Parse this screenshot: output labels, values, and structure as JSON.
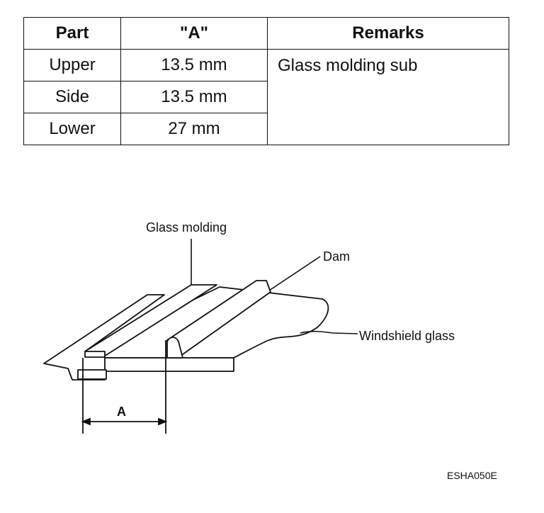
{
  "table": {
    "headers": [
      "Part",
      "\"A\"",
      "Remarks"
    ],
    "rows": [
      {
        "part": "Upper",
        "a": "13.5 mm",
        "remarks": "Glass molding sub"
      },
      {
        "part": "Side",
        "a": "13.5 mm"
      },
      {
        "part": "Lower",
        "a": "27 mm"
      }
    ]
  },
  "diagram": {
    "labels": {
      "glass_molding": "Glass molding",
      "dam": "Dam",
      "windshield_glass": "Windshield glass",
      "dimension": "A"
    }
  },
  "figure_code": "ESHA050E"
}
